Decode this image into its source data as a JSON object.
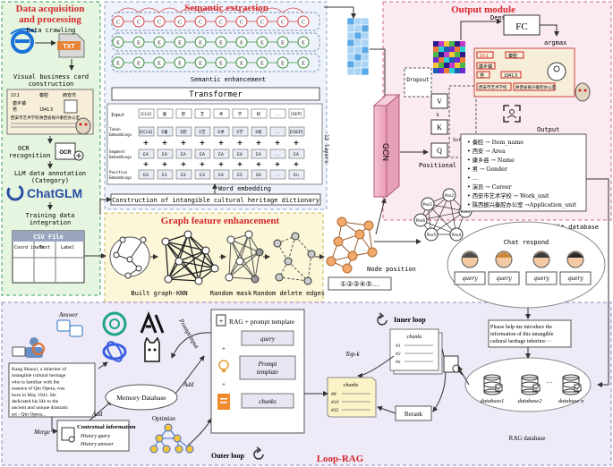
{
  "sections": {
    "acquisition": {
      "title_line1": "Data acquisition",
      "title_line2": "and processing"
    },
    "semantic": {
      "title": "Semantic extraction",
      "enhancement": "Semantic enhancement"
    },
    "output": {
      "title": "Output module"
    },
    "graph": {
      "title": "Graph feature enhancement"
    },
    "looprag": {
      "title": "Loop-RAG"
    }
  },
  "acq": {
    "crawling": "Data crawling",
    "txt": "TXT",
    "visual_line1": "Visual business card",
    "visual_line2": "construction",
    "ocr_line1": "OCR",
    "ocr_line2": "recognition",
    "ocr_badge": "OCR",
    "llm_line1": "LLM data annotation",
    "llm_line2": "(Category)",
    "chatglm": "ChatGLM",
    "training_line1": "Training data",
    "training_line2": "integration",
    "csv": "CSV File",
    "csv_cols": [
      "Coord inate",
      "Text",
      "Label"
    ],
    "card_name": "秦腔",
    "card_region": "西安市",
    "card_place": "康乡镇",
    "card_gender": "男",
    "card_year": "1941.5",
    "card_unit": "西安市艺术学校",
    "card_app": "陕西省振兴秦腔办公室",
    "card_idx": "1V.1"
  },
  "semantic": {
    "transformer": "Transformer",
    "input_label": "Input",
    "input_tokens": [
      "[CLS]",
      "秦",
      "腔",
      "艺",
      "术",
      "学",
      "校",
      "...",
      "[SEP]"
    ],
    "row_labels": [
      "Token Embeddings",
      "Segment Embeddings",
      "Position Embeddings"
    ],
    "token_emb": [
      "E[CLS]",
      "E秦",
      "E腔",
      "E艺",
      "E术",
      "E学",
      "E校",
      "...",
      "E[SEP]"
    ],
    "segment_emb": [
      "EA",
      "EA",
      "EA",
      "EA",
      "EA",
      "EA",
      "EA",
      "...",
      "EA"
    ],
    "position_emb": [
      "E0",
      "E1",
      "E2",
      "E3",
      "E4",
      "E5",
      "E6",
      "...",
      "En"
    ],
    "word_embedding": "Word embedding",
    "dictionary": "Construction of intangible cultural heritage dictionary",
    "layers": "12 layers",
    "e_label": "E",
    "c_label": "C"
  },
  "graph": {
    "knn": "Built graph-KNN",
    "mask": "Random mask",
    "delete": "Random delete edges",
    "node_position": "Node position",
    "positions": "①②③④⑤…"
  },
  "gcn": {
    "label": "GCN",
    "positional_attention": "Positional attention",
    "dropout": "Dropout",
    "softmax": "Softmax",
    "v": "V",
    "k": "K",
    "q": "Q",
    "times": "x",
    "pos_nodes": [
      "Pos1",
      "Pos2",
      "Pos3",
      "Pos4",
      "Pos5",
      "Pos6"
    ]
  },
  "output": {
    "fc": "FC",
    "dense": "Dense",
    "argmax": "argmax",
    "output_label": "Output",
    "items": [
      "秦腔 → Item_name",
      "西安 → Area",
      "康乡县 → Name",
      "男 → Gender",
      "…",
      "演员 → Career",
      "西安市艺术学校 → Work_unit",
      "陕西振兴秦腔办公室 →Application_unit"
    ],
    "built_database": "Built database",
    "chat_respond": "Chat respond",
    "query": "query"
  },
  "rag": {
    "answer": "Answer",
    "prompt_input": "Prompt input",
    "add1": "Add",
    "add2": "Add",
    "memory": "Memory Database",
    "optimize": "Optimize",
    "merge": "Merge",
    "context_title": "Contextual information",
    "history_query": "History query",
    "history_answer": "History answer",
    "outer_loop": "Outer loop",
    "template_title": "RAG + prompt template",
    "query": "query",
    "prompt_template": "Prompt template",
    "chunks": "chunks",
    "plus": "+",
    "answer_text": [
      "Kang Shaoyi, a inheritor of",
      "intangible cultural heritage",
      "who is familiar with the",
      "essence of Qin Opera, was",
      "born in May 1941. He",
      "dedicated his life to the",
      "ancient and unique dramatic",
      "art - Qin Opera..."
    ],
    "inner_loop": "Inner loop",
    "topk": "Top-k",
    "chunk_items1": [
      "#1",
      "#2",
      "#n"
    ],
    "chunk_items2": [
      "#8",
      "#10",
      "#35"
    ],
    "rerank": "Rerank",
    "question": [
      "Please help me introduce the",
      "information of this intangible",
      "cultural heritage inheritor.···"
    ],
    "databases": [
      "database1",
      "database2",
      "database n"
    ],
    "dots": "···",
    "rag_database": "RAG database"
  },
  "colors": {
    "green_fill": "#e6f5e0",
    "green_border": "#3aa35a",
    "blue_fill": "#eef3fb",
    "pink_fill": "#fbeaf1",
    "pink_border": "#d36a92",
    "yellow_fill": "#fbf7d8",
    "lavender_fill": "#eeeaf8",
    "title_red": "#d4272a",
    "node_orange": "#f1aa6b"
  }
}
